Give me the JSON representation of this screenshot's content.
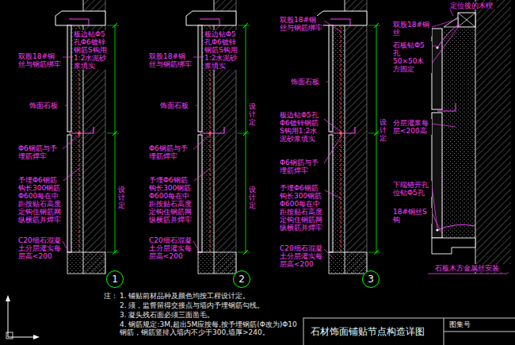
{
  "diagram": {
    "title": "石材饰面铺贴节点构造详图",
    "nodes": [
      {
        "text": [
          "1"
        ]
      },
      {
        "text": [
          "2"
        ]
      },
      {
        "text": [
          "3"
        ]
      }
    ],
    "labels": [
      "板边钻Φ5孔Φ6镀锌钢筋S钩用1:2水泥砂浆填实",
      "双股18#铜丝与钢筋绑牢",
      "饰面石板",
      "Φ6钢筋与予埋筋焊牢",
      "予埋Φ6钢筋钩长300钢筋Φ600每在中距按贴石高度定钩住钢筋网纵横筋并焊牢",
      "C20细石混凝土分层灌实每层高<200",
      "设计定",
      "板边钻Φ5孔Φ6镀锌钢筋S钩用1:2水泥砂浆填实",
      "双股18#铜丝与钢筋绑牢",
      "饰面石板",
      "Φ6钢筋与予埋筋焊牢",
      "予埋Φ6钢筋钩长300钢筋Φ600每在中距按贴石高度定钩住钢筋网纵横筋并焊牢",
      "C20细石混凝土分层灌实每层高<200",
      "设计定",
      "设计定",
      "双股18#铜丝与钢筋绑牢",
      "饰面石板",
      "板边钻Φ5孔Φ6镀锌钢筋S钩用1:2水泥砂浆填实",
      "Φ6钢筋与予埋筋焊牢",
      "予埋Φ6钢筋钩长300钢筋Φ600每在中距按贴石高度定钩住钢筋网纵横筋并焊牢",
      "C20细石混凝土分层灌实每层高<200",
      "设计定",
      "定位後的木楔",
      "双股18#铜丝",
      "石板钻Φ5孔",
      "50×50木方固定",
      "分层灌浆每层<200高",
      "下端错开孔位钻Φ5孔",
      "18#铜丝S钩",
      "石板木方金属丝安装",
      "注：",
      "1. 铺贴前材品种及颜色均按工程设计定。",
      "2. 须，监督留得交接点与墙内予埋钢筋勾线。",
      "3. 凝头残石面必须三面凿毛。",
      "4. 钢筋规定:3M,超出5M应按每,按予埋钢筋(Φ改为)Φ10钢筋，钢筋竖排入墙内不少于300,墙厚>240。",
      "图集号"
    ]
  }
}
